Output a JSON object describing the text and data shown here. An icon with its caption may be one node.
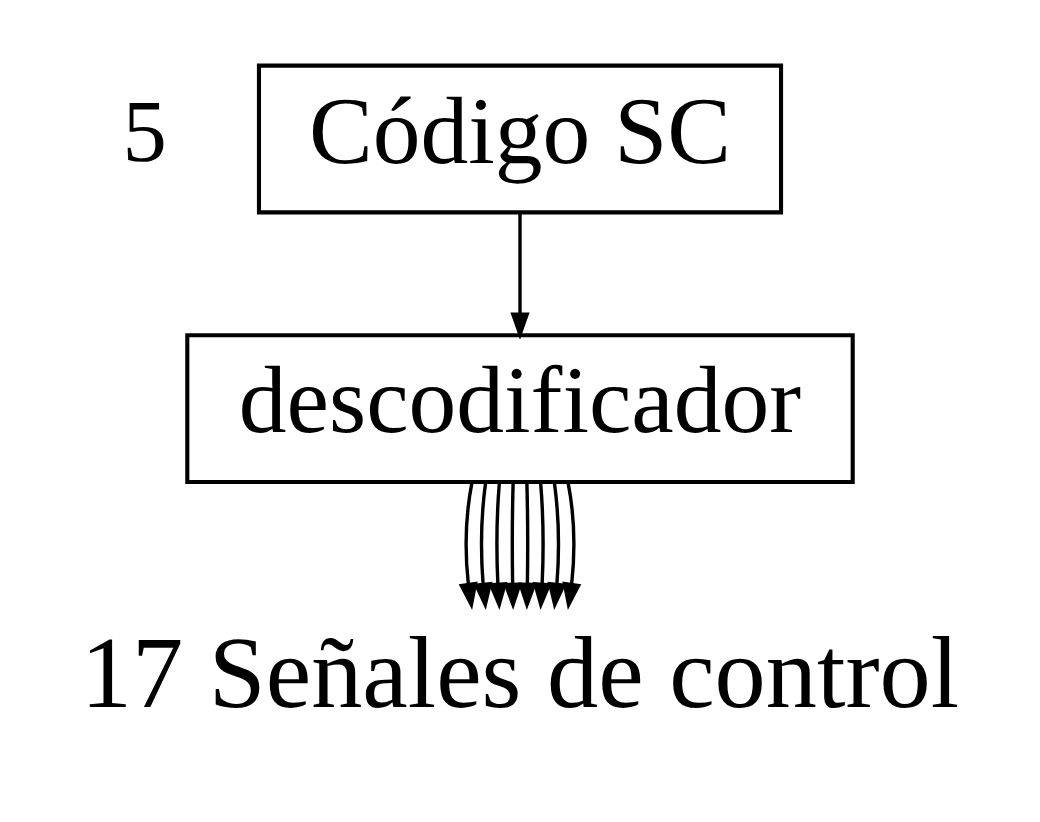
{
  "diagram": {
    "nodes": [
      {
        "text": [
          "Código SC"
        ],
        "beside": [
          "5"
        ]
      },
      {
        "text": [
          "descodificador"
        ]
      },
      {
        "text": [
          "17 Señales de control"
        ]
      }
    ],
    "edges": [
      {
        "from": 0,
        "to": 1,
        "arrow": "to"
      },
      {
        "from": 1,
        "to": 2,
        "arrow": "to"
      },
      {
        "from": 1,
        "to": 2,
        "arrow": "to"
      },
      {
        "from": 1,
        "to": 2,
        "arrow": "to"
      },
      {
        "from": 1,
        "to": 2,
        "arrow": "to"
      },
      {
        "from": 1,
        "to": 2,
        "arrow": "to"
      },
      {
        "from": 1,
        "to": 2,
        "arrow": "to"
      },
      {
        "from": 1,
        "to": 2,
        "arrow": "to"
      },
      {
        "from": 1,
        "to": 2,
        "arrow": "to"
      }
    ]
  }
}
